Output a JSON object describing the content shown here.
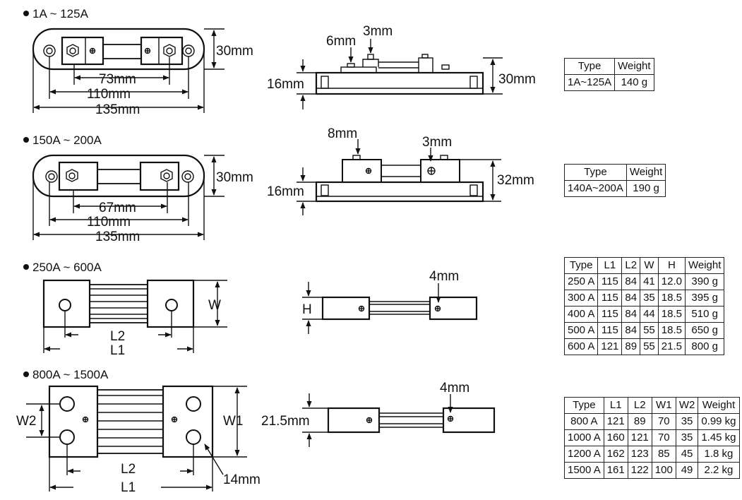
{
  "sections": [
    {
      "header": "1A ~ 125A",
      "dims": [
        "30mm",
        "73mm",
        "110mm",
        "135mm",
        "6mm",
        "3mm",
        "16mm",
        "30mm"
      ]
    },
    {
      "header": "150A ~ 200A",
      "dims": [
        "30mm",
        "67mm",
        "110mm",
        "135mm",
        "8mm",
        "3mm",
        "16mm",
        "32mm"
      ]
    },
    {
      "header": "250A ~ 600A",
      "dims": [
        "W",
        "L2",
        "L1",
        "4mm",
        "H"
      ]
    },
    {
      "header": "800A ~ 1500A",
      "dims": [
        "W2",
        "W1",
        "L2",
        "L1",
        "14mm",
        "4mm",
        "21.5mm"
      ]
    }
  ],
  "tables": [
    {
      "headers": [
        "Type",
        "Weight"
      ],
      "rows": [
        [
          "1A~125A",
          "140 g"
        ]
      ]
    },
    {
      "headers": [
        "Type",
        "Weight"
      ],
      "rows": [
        [
          "140A~200A",
          "190 g"
        ]
      ]
    },
    {
      "headers": [
        "Type",
        "L1",
        "L2",
        "W",
        "H",
        "Weight"
      ],
      "rows": [
        [
          "250 A",
          "115",
          "84",
          "41",
          "12.0",
          "390 g"
        ],
        [
          "300 A",
          "115",
          "84",
          "35",
          "18.5",
          "395 g"
        ],
        [
          "400 A",
          "115",
          "84",
          "44",
          "18.5",
          "510 g"
        ],
        [
          "500 A",
          "115",
          "84",
          "55",
          "18.5",
          "650 g"
        ],
        [
          "600 A",
          "121",
          "89",
          "55",
          "21.5",
          "800 g"
        ]
      ]
    },
    {
      "headers": [
        "Type",
        "L1",
        "L2",
        "W1",
        "W2",
        "Weight"
      ],
      "rows": [
        [
          "800 A",
          "121",
          "89",
          "70",
          "35",
          "0.99 kg"
        ],
        [
          "1000 A",
          "160",
          "121",
          "70",
          "35",
          "1.45 kg"
        ],
        [
          "1200 A",
          "162",
          "123",
          "85",
          "45",
          "1.8 kg"
        ],
        [
          "1500 A",
          "161",
          "122",
          "100",
          "49",
          "2.2 kg"
        ]
      ]
    }
  ]
}
